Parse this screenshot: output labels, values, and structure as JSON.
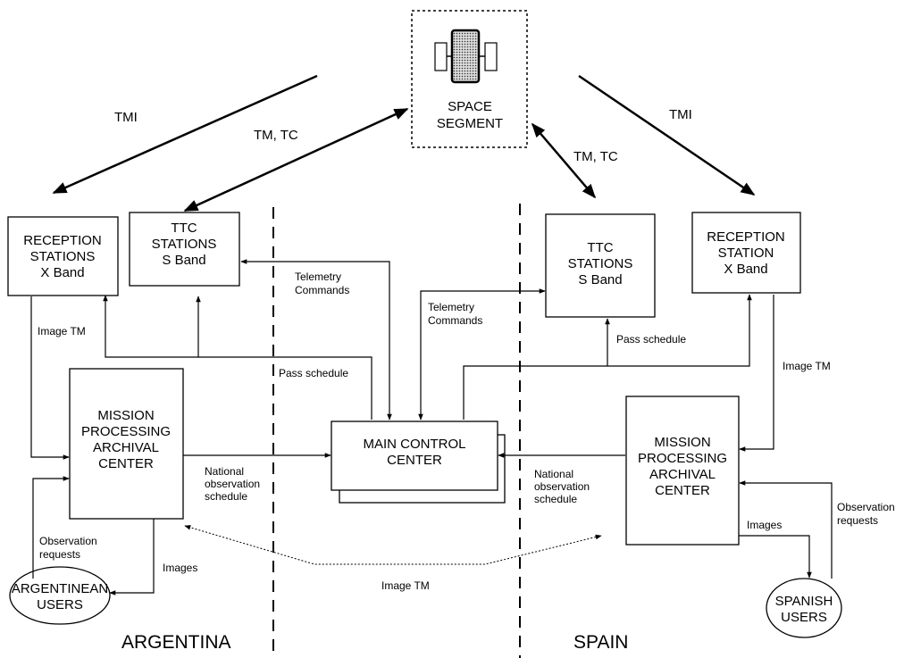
{
  "nodes": {
    "space_segment": [
      "SPACE",
      "SEGMENT"
    ],
    "reception_ar": [
      "RECEPTION",
      "STATIONS",
      "X Band"
    ],
    "ttc_ar": [
      "TTC",
      "STATIONS",
      "S Band"
    ],
    "ttc_es": [
      "TTC",
      "STATIONS",
      "S Band"
    ],
    "reception_es": [
      "RECEPTION",
      "STATION",
      "X Band"
    ],
    "mpac_ar": [
      "MISSION",
      "PROCESSING",
      "ARCHIVAL",
      "CENTER"
    ],
    "main_control": [
      "MAIN CONTROL",
      "CENTER"
    ],
    "mpac_es": [
      "MISSION",
      "PROCESSING",
      "ARCHIVAL",
      "CENTER"
    ],
    "users_ar": [
      "ARGENTINEAN",
      "USERS"
    ],
    "users_es": [
      "SPANISH",
      "USERS"
    ]
  },
  "labels": {
    "tmi_left": "TMI",
    "tmi_right": "TMI",
    "tm_tc_left": "TM, TC",
    "tm_tc_right": "TM, TC",
    "telemetry_commands_left": [
      "Telemetry",
      "Commands"
    ],
    "telemetry_commands_right": [
      "Telemetry",
      "Commands"
    ],
    "image_tm_left": "Image TM",
    "image_tm_right": "Image TM",
    "image_tm_bottom": "Image TM",
    "pass_schedule_left": "Pass schedule",
    "pass_schedule_right": "Pass schedule",
    "national_schedule_left": [
      "National",
      "observation",
      "schedule"
    ],
    "national_schedule_right": [
      "National",
      "observation",
      "schedule"
    ],
    "observation_requests_left": [
      "Observation",
      "requests"
    ],
    "observation_requests_right": [
      "Observation",
      "requests"
    ],
    "images_left": "Images",
    "images_right": "Images"
  },
  "regions": {
    "left": "ARGENTINA",
    "right": "SPAIN"
  }
}
